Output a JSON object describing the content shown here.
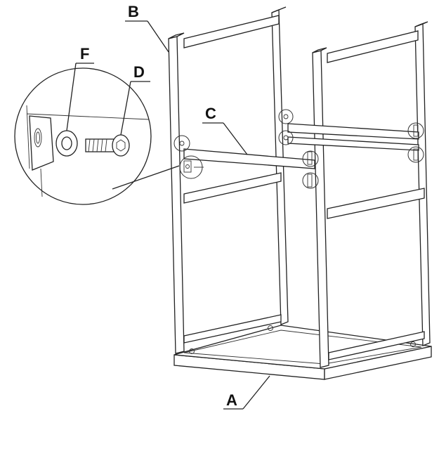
{
  "labels": {
    "a": "A",
    "b": "B",
    "c": "C",
    "d": "D",
    "f": "F"
  },
  "colors": {
    "line": "#222222",
    "background": "#ffffff"
  },
  "icons": {
    "detail_callout": "magnified-joint-detail",
    "screw": "hex-socket-screw-icon",
    "washer": "washer-icon"
  }
}
